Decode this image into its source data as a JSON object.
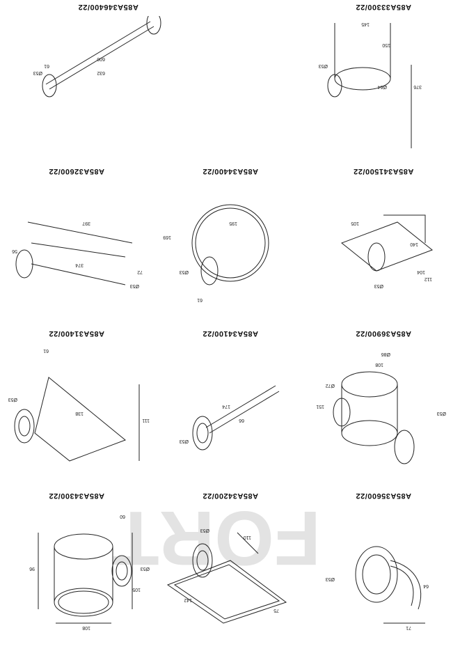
{
  "watermark": "FORT",
  "products": [
    {
      "code": "A85A34300/22",
      "dims": [
        "108",
        "Ø53",
        "105",
        "96",
        "60"
      ]
    },
    {
      "code": "A85A34200/22",
      "dims": [
        "110",
        "142",
        "75",
        "Ø53"
      ]
    },
    {
      "code": "A85A35600/22",
      "dims": [
        "Ø53",
        "64",
        "71"
      ]
    },
    {
      "code": "A85A31400/22",
      "dims": [
        "111",
        "Ø53",
        "138",
        "61"
      ]
    },
    {
      "code": "A85A34100/22",
      "dims": [
        "66",
        "174",
        "Ø53"
      ]
    },
    {
      "code": "A85A36900/22",
      "dims": [
        "108",
        "Ø86",
        "151",
        "Ø53",
        "Ø72"
      ]
    },
    {
      "code": "A85A32600/22",
      "dims": [
        "56",
        "374",
        "397",
        "72",
        "Ø53"
      ]
    },
    {
      "code": "A85A34400/22",
      "dims": [
        "169",
        "195",
        "Ø53",
        "61"
      ]
    },
    {
      "code": "A85A341500/22",
      "dims": [
        "105",
        "140",
        "104",
        "112",
        "Ø53"
      ]
    },
    {
      "code": "A85A346400/22",
      "dims": [
        "61",
        "Ø53",
        "600",
        "632"
      ]
    },
    {
      "code": "A85A33300/22",
      "dims": [
        "145",
        "150",
        "Ø53",
        "Ø64",
        "376"
      ]
    }
  ]
}
